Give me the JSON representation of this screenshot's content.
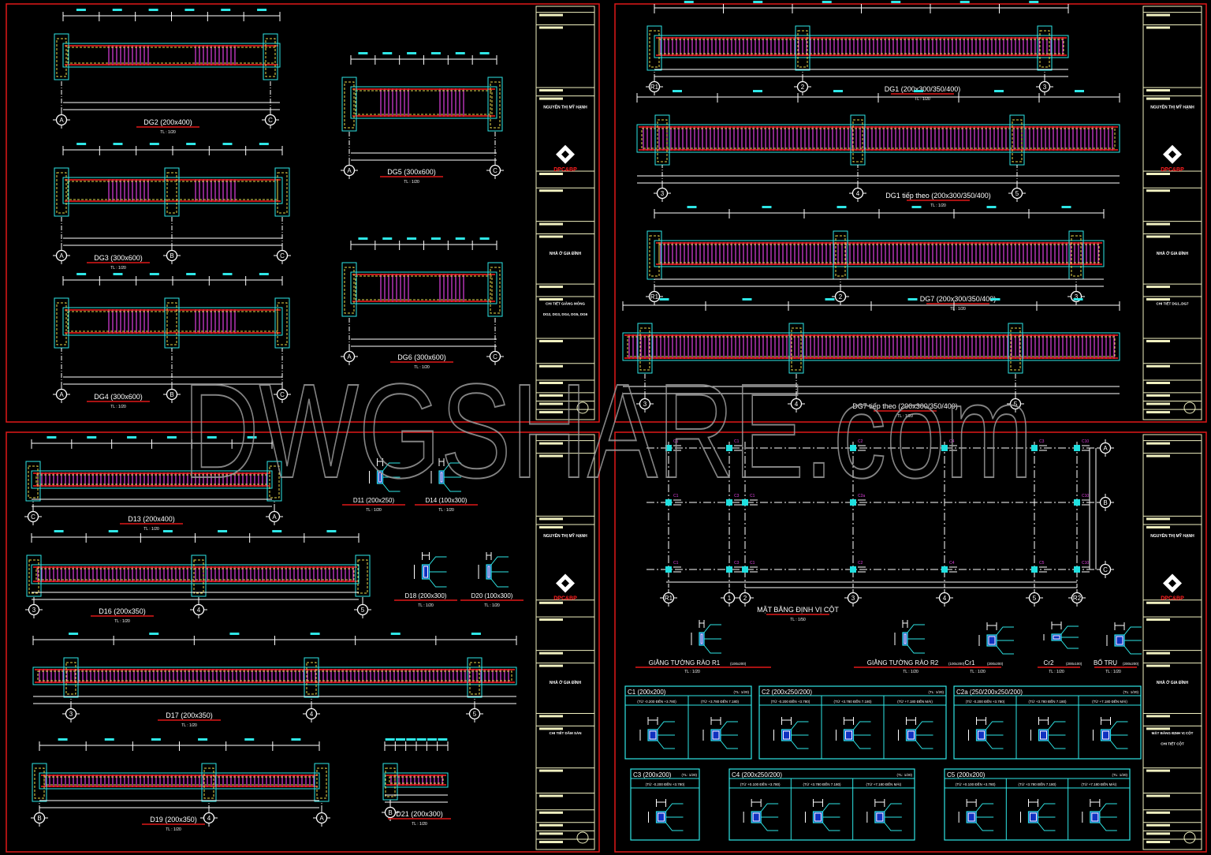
{
  "colors": {
    "background": "#000000",
    "border": "#e01818",
    "outline": "#2ee6e6",
    "rebar": "#ff2020",
    "stirrup": "#e040e0",
    "dim": "#ffffff",
    "titleblock": "#f0f0c0",
    "marker": "#e040e0",
    "watermark": "#9a9a9a"
  },
  "watermark": "DWGSHARE.com",
  "sheets": [
    {
      "titleblock": {
        "designer": "NGUYỄN THỊ MỸ HẠNH",
        "logo_text": "DPC&BP",
        "project": "NHÀ Ở GIA ĐÌNH",
        "drawing_line1": "CHI TIẾT GIẰNG MÓNG",
        "drawing_line2": "DG2, DG3, DG4, DG5, DG6"
      },
      "drawings": [
        {
          "title": "DG2 (200x400)",
          "scale": "TL : 1/20",
          "axes": [
            "A",
            "C"
          ]
        },
        {
          "title": "DG5 (300x600)",
          "scale": "TL : 1/20",
          "axes": [
            "A",
            "C"
          ]
        },
        {
          "title": "DG3 (300x600)",
          "scale": "TL : 1/20",
          "axes": [
            "A",
            "B",
            "C"
          ]
        },
        {
          "title": "DG6 (300x600)",
          "scale": "TL : 1/20",
          "axes": [
            "A",
            "C"
          ]
        },
        {
          "title": "DG4 (300x600)",
          "scale": "TL : 1/20",
          "axes": [
            "A",
            "B",
            "C"
          ]
        }
      ]
    },
    {
      "titleblock": {
        "designer": "NGUYỄN THỊ MỸ HẠNH",
        "logo_text": "DPC&BP",
        "project": "NHÀ Ở GIA ĐÌNH",
        "drawing_line1": "CHI TIẾT DG1..DG7",
        "drawing_line2": ""
      },
      "drawings": [
        {
          "title": "DG1 (200x300/350/400)",
          "scale": "TL : 1/20",
          "axes": [
            "R1",
            "2",
            "3"
          ]
        },
        {
          "title": "DG1 tiếp theo (200x300/350/400)",
          "scale": "TL : 1/20",
          "axes": [
            "3",
            "4",
            "5"
          ]
        },
        {
          "title": "DG7 (200x300/350/400)",
          "scale": "TL : 1/20",
          "axes": [
            "R1",
            "2",
            "3"
          ]
        },
        {
          "title": "DG7 tiếp theo (200x300/350/400)",
          "scale": "TL : 1/20",
          "axes": [
            "3",
            "4",
            "5"
          ]
        }
      ]
    },
    {
      "titleblock": {
        "designer": "NGUYỄN THỊ MỸ HẠNH",
        "logo_text": "DPC&BP",
        "project": "NHÀ Ở GIA ĐÌNH",
        "drawing_line1": "CHI TIẾT DẦM SÀN",
        "drawing_line2": ""
      },
      "drawings": [
        {
          "title": "D13 (200x400)",
          "scale": "TL : 1/20",
          "axes": [
            "C",
            "A"
          ]
        },
        {
          "title": "D11 (200x250)",
          "scale": "TL : 1/20"
        },
        {
          "title": "D14 (100x300)",
          "scale": "TL : 1/20"
        },
        {
          "title": "D16 (200x350)",
          "scale": "TL : 1/20",
          "axes": [
            "3",
            "4",
            "5"
          ]
        },
        {
          "title": "D18 (200x300)",
          "scale": "TL : 1/20"
        },
        {
          "title": "D20 (100x300)",
          "scale": "TL : 1/20"
        },
        {
          "title": "D17 (200x350)",
          "scale": "TL : 1/20",
          "axes": [
            "3",
            "4",
            "5"
          ]
        },
        {
          "title": "D19 (200x350)",
          "scale": "TL : 1/20",
          "axes": [
            "B",
            "4",
            "A"
          ]
        },
        {
          "title": "D21 (200x300)",
          "scale": "TL : 1/20",
          "axes": [
            "B"
          ]
        }
      ]
    },
    {
      "titleblock": {
        "designer": "NGUYỄN THỊ MỸ HẠNH",
        "logo_text": "DPC&BP",
        "project": "NHÀ Ở GIA ĐÌNH",
        "drawing_line1": "MẶT BẰNG ĐỊNH VỊ CỘT",
        "drawing_line2": "CHI TIẾT CỘT"
      },
      "plan": {
        "title": "MẶT BẰNG ĐỊNH VỊ CỘT",
        "scale": "TL : 1/50",
        "col_axes": [
          "R1",
          "1",
          "2",
          "3",
          "4",
          "5",
          "R2"
        ],
        "row_axes": [
          "A",
          "B",
          "C"
        ],
        "columns": [
          [
            "C1",
            "C1",
            "",
            "C2",
            "C4",
            "C3",
            "C10"
          ],
          [
            "C1",
            "C3",
            "C1",
            "C2a",
            "",
            "",
            "C10"
          ],
          [
            "C1",
            "C3",
            "C1",
            "C2",
            "C4",
            "C5",
            "C10"
          ]
        ]
      },
      "sections": [
        {
          "title": "GIẰNG TƯỜNG RÀO R1",
          "size": "(100x200)",
          "scale": "TL : 1/20"
        },
        {
          "title": "GIẰNG TƯỜNG RÀO R2",
          "size": "(100x200)",
          "scale": "TL : 1/20"
        },
        {
          "title": "Cr1",
          "size": "(200x200)",
          "scale": "TL : 1/20"
        },
        {
          "title": "Cr2",
          "size": "(200x100)",
          "scale": "TL : 1/20"
        },
        {
          "title": "BỔ TRỤ",
          "size": "(200x200)",
          "scale": "TL : 1/20"
        }
      ],
      "column_tables": [
        {
          "title": "C1 (200x200)",
          "scale": "(TL: 1/20)",
          "levels": [
            "(TỪ -0.200 ĐẾN +3.780)",
            "(TỪ +3.780 ĐẾN 7.180)"
          ]
        },
        {
          "title": "C2 (200x250/200)",
          "scale": "(TL: 1/20)",
          "levels": [
            "(TỪ -0.200 ĐẾN +3.780)",
            "(TỪ +3.780 ĐẾN 7.180)",
            "(TỪ +7.180 ĐẾN MÁI)"
          ]
        },
        {
          "title": "C2a (250/200x250/200)",
          "scale": "(TL: 1/20)",
          "levels": [
            "(TỪ -0.200 ĐẾN +3.780)",
            "(TỪ +3.780 ĐẾN 7.180)",
            "(TỪ +7.180 ĐẾN MÁI)"
          ]
        },
        {
          "title": "C3 (200x200)",
          "scale": "(TL: 1/20)",
          "levels": [
            "(TỪ -0.200 ĐẾN +3.780)"
          ]
        },
        {
          "title": "C4 (200x250/200)",
          "scale": "(TL: 1/20)",
          "levels": [
            "(TỪ +0.100 ĐẾN +3.780)",
            "(TỪ +3.780 ĐẾN 7.180)",
            "(TỪ +7.180 ĐẾN MÁI)"
          ]
        },
        {
          "title": "C5 (200x200)",
          "scale": "(TL: 1/20)",
          "levels": [
            "(TỪ +0.100 ĐẾN +3.780)",
            "(TỪ +3.780 ĐẾN 7.180)",
            "(TỪ +7.180 ĐẾN MÁI)"
          ]
        }
      ]
    }
  ]
}
